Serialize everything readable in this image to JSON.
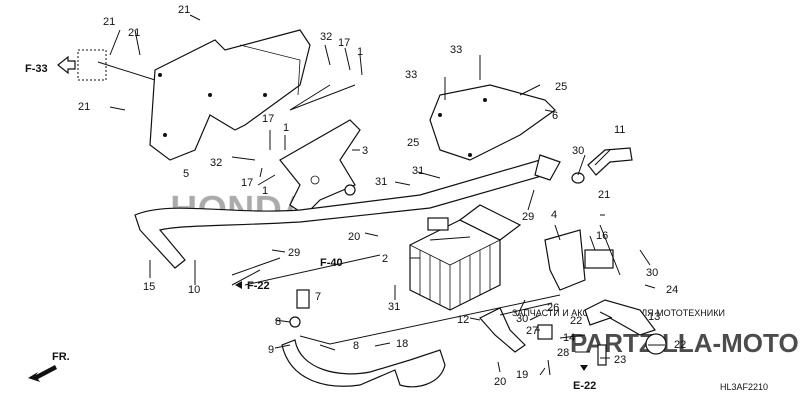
{
  "diagram": {
    "code": "HL3AF2210",
    "watermark": {
      "brand": "HONDA",
      "site": "PARTZILLA-MOTOR.RU",
      "tagline": "ЗАПЧАСТИ И АКСЕССУАРЫ ДЛЯ МОТОТЕХНИКИ"
    },
    "refs": {
      "f33": "F-33",
      "f40": "F-40",
      "f22a": "F-22",
      "f22b": "E-22"
    },
    "direction": "FR.",
    "callouts": [
      "21",
      "21",
      "21",
      "21",
      "32",
      "17",
      "1",
      "5",
      "33",
      "33",
      "25",
      "25",
      "6",
      "3",
      "17",
      "1",
      "32",
      "17",
      "1",
      "31",
      "31",
      "11",
      "30",
      "29",
      "20",
      "4",
      "21",
      "2",
      "16",
      "29",
      "F-40",
      "15",
      "10",
      "31",
      "30",
      "24",
      "7",
      "30",
      "26",
      "22",
      "13",
      "12",
      "27",
      "14",
      "8",
      "8",
      "18",
      "9",
      "28",
      "23",
      "22",
      "20",
      "19"
    ]
  },
  "colors": {
    "ink": "#111111",
    "watermark": "#d9d9d9",
    "watermark_red": "#e02020"
  }
}
